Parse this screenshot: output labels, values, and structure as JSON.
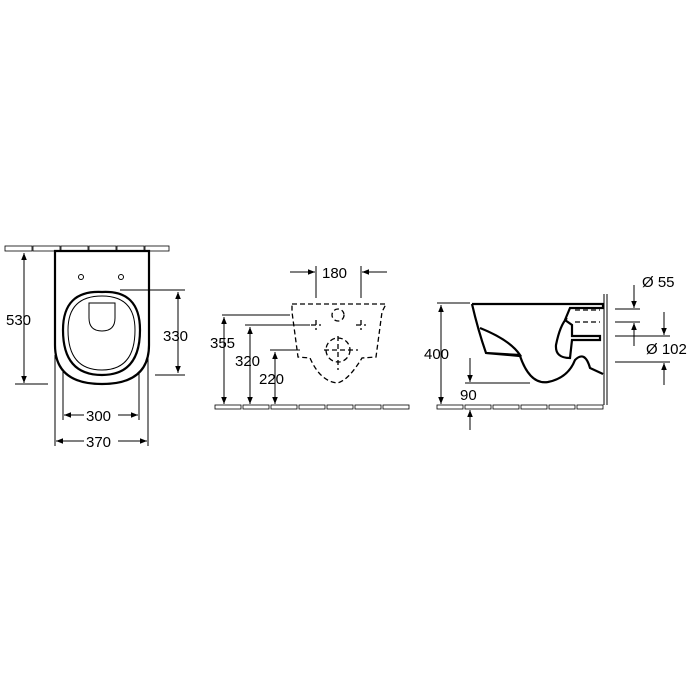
{
  "top_view": {
    "depth": "530",
    "seat_depth": "330",
    "seat_width": "300",
    "total_width": "370"
  },
  "wall_view": {
    "fixing_spacing": "180",
    "height_355": "355",
    "height_320": "320",
    "height_220": "220"
  },
  "side_view": {
    "height": "400",
    "floor_offset": "90",
    "inlet_diameter": "Ø 55",
    "outlet_diameter": "Ø 102"
  }
}
